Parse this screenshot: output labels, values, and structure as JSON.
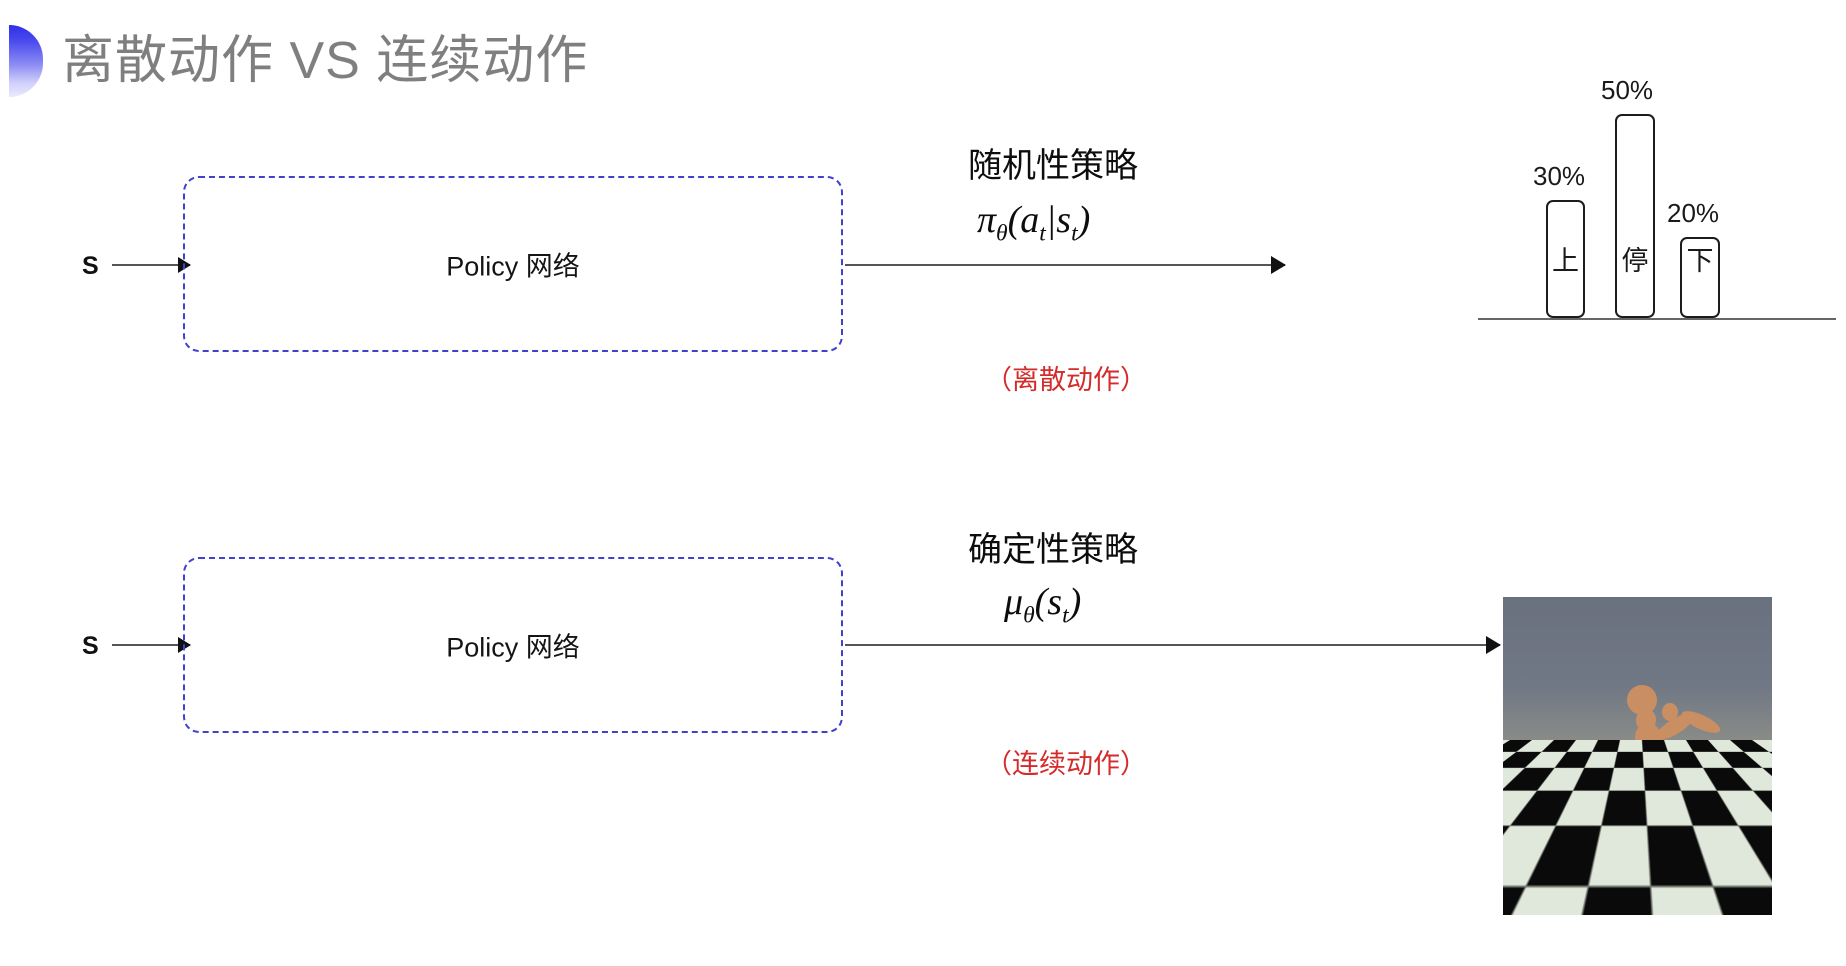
{
  "title": "离散动作 VS 连续动作",
  "rows": [
    {
      "input_label": "S",
      "box_label": "Policy 网络",
      "policy_name": "随机性策略",
      "formula_main": "π",
      "formula_theta": "θ",
      "formula_rest": "(a",
      "formula_sub1": "t",
      "formula_mid": "|s",
      "formula_sub2": "t",
      "formula_end": ")",
      "formula_plain": "πθ(at|st)",
      "action_note": "（离散动作）"
    },
    {
      "input_label": "S",
      "box_label": "Policy 网络",
      "policy_name": "确定性策略",
      "formula_main": "μ",
      "formula_theta": "θ",
      "formula_rest": "(s",
      "formula_sub1": "t",
      "formula_end": ")",
      "formula_plain": "μθ(st)",
      "action_note": "（连续动作）"
    }
  ],
  "chart_data": {
    "type": "bar",
    "title": "",
    "xlabel": "",
    "ylabel": "",
    "categories": [
      "上",
      "停",
      "下"
    ],
    "values": [
      30,
      50,
      20
    ],
    "value_labels": [
      "30%",
      "50%",
      "20%"
    ],
    "ylim": [
      0,
      60
    ],
    "grid": false,
    "legend": "none",
    "bar_style": "outline",
    "bar_fill": "#ffffff",
    "bar_stroke": "#1c1c1c"
  },
  "humanoid": {
    "caption": "",
    "sky_color": "#6a717e",
    "floor_light": "#dfe8da",
    "floor_dark": "#0a0a0a",
    "body_color": "#c98f63"
  },
  "colors": {
    "title": "#7f7f7f",
    "accent_blue": "#4141cf",
    "red_note": "#d42b2b",
    "arrow": "#555555"
  }
}
